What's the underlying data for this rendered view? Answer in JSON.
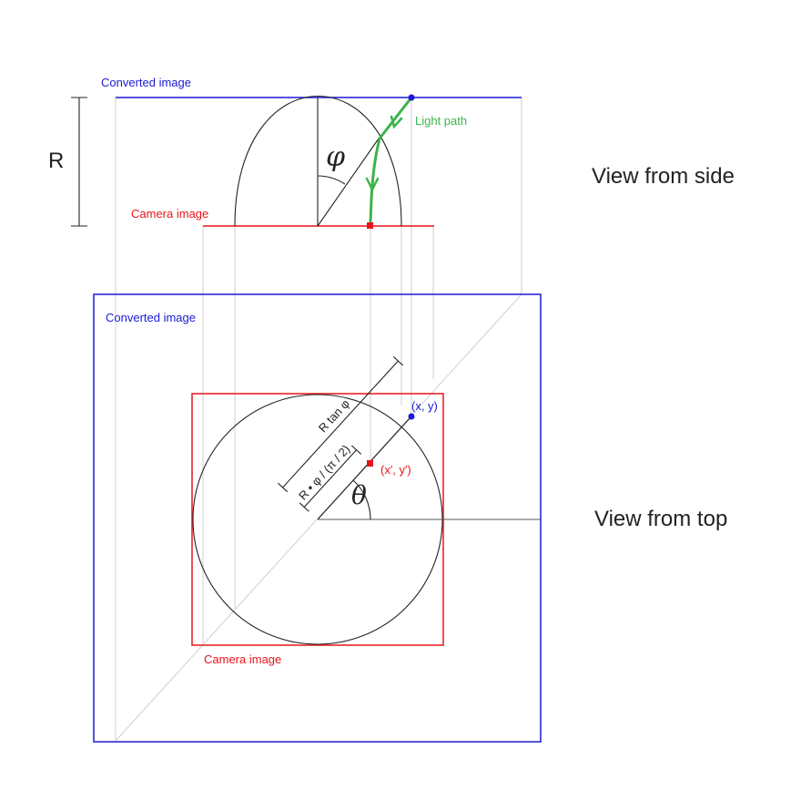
{
  "colors": {
    "converted": "#1a1ad6",
    "camera": "#e8141b",
    "light": "#3cb44b",
    "ink": "#222222",
    "guide": "#cfcfcf"
  },
  "side_view": {
    "converted_label": "Converted image",
    "camera_label": "Camera image",
    "light_label": "Light path",
    "radius_label": "R",
    "angle_label": "φ",
    "title": "View from side"
  },
  "top_view": {
    "converted_label": "Converted image",
    "camera_label": "Camera image",
    "point_xy_label": "(x, y)",
    "point_xy_prime_label": "(x′, y′)",
    "rtan_label": "R tan φ",
    "rphi_label": "R • φ / (π / 2)",
    "theta_label": "θ",
    "title": "View from top"
  }
}
